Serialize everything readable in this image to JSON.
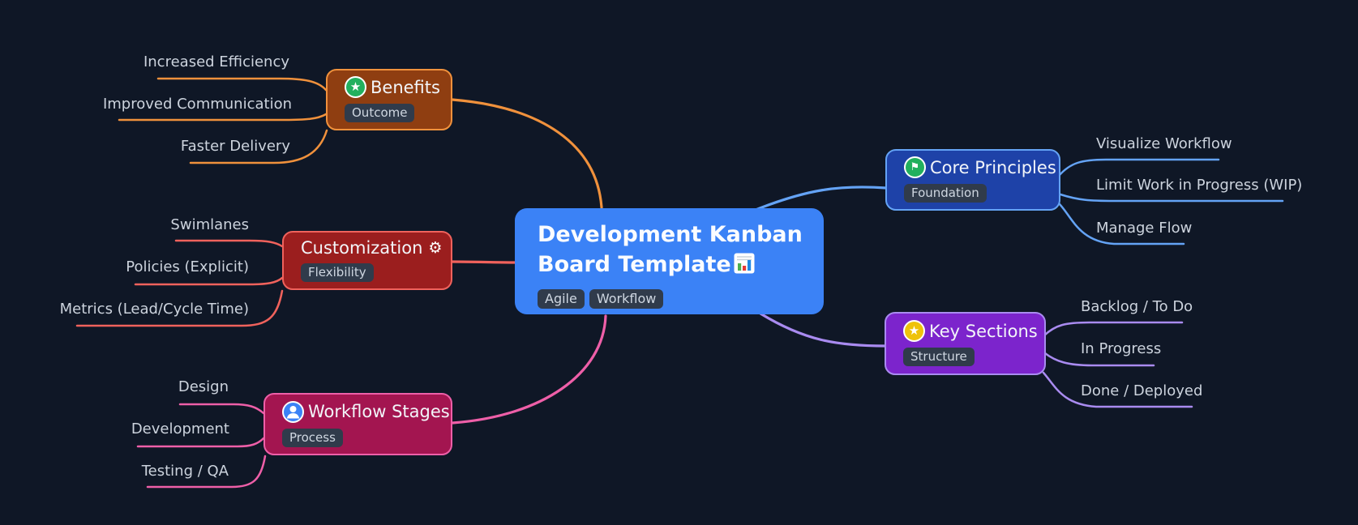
{
  "root": {
    "title": "Development Kanban Board Template",
    "icon": "bar-chart",
    "tags": [
      "Agile",
      "Workflow"
    ]
  },
  "branches": [
    {
      "label": "Benefits",
      "tag": "Outcome",
      "icon": "star-badge-green",
      "children": [
        "Increased Efficiency",
        "Improved Communication",
        "Faster Delivery"
      ]
    },
    {
      "label": "Customization",
      "tag": "Flexibility",
      "icon": "gear",
      "children": [
        "Swimlanes",
        "Policies (Explicit)",
        "Metrics (Lead/Cycle Time)"
      ]
    },
    {
      "label": "Workflow Stages",
      "tag": "Process",
      "icon": "person-badge-blue",
      "children": [
        "Design",
        "Development",
        "Testing / QA"
      ]
    },
    {
      "label": "Core Principles",
      "tag": "Foundation",
      "icon": "flag-badge-green",
      "children": [
        "Visualize Workflow",
        "Limit Work in Progress (WIP)",
        "Manage Flow"
      ]
    },
    {
      "label": "Key Sections",
      "tag": "Structure",
      "icon": "star-badge-yellow",
      "children": [
        "Backlog / To Do",
        "In Progress",
        "Done / Deployed"
      ]
    }
  ],
  "glyphs": {
    "star": "★",
    "flag": "⚑",
    "gear": "⚙"
  },
  "colors": {
    "background": "#0f1726",
    "root_fill": "#3b82f6",
    "benefits_fill": "#8f3e11",
    "benefits_accent": "#f0913c",
    "customization_fill": "#9b1e1e",
    "customization_accent": "#f0625c",
    "workflow_fill": "#a31550",
    "workflow_accent": "#ee5fa8",
    "core_fill": "#1e42a8",
    "core_accent": "#64a3f5",
    "key_fill": "#7c24cc",
    "key_accent": "#a98bf0",
    "tag_bg": "#303b4b",
    "icon_green": "#22b05e",
    "icon_yellow": "#eec20b",
    "icon_blue": "#3b82f6"
  }
}
